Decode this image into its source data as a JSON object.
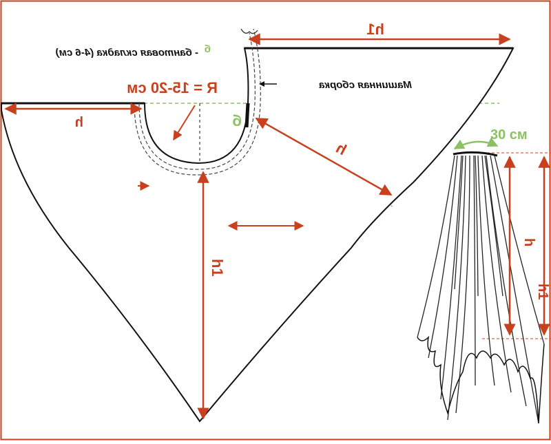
{
  "colors": {
    "outline": "#111111",
    "dimension": "#c8401e",
    "guide": "#8cc064",
    "frame": "#c8401e"
  },
  "labels": {
    "legend_mark": "б",
    "legend_text": "- бантовая складка (4-6 см)",
    "radius": "R = 15-20 см",
    "gather": "Машинная сборка",
    "h_left": "h",
    "h1_top": "h1",
    "h1_vertical": "h1",
    "h_diagonal": "h",
    "pleat_mark": "б",
    "width_30": "30 см",
    "h_right": "h",
    "h1_right": "h1"
  },
  "icons": {
    "grain_arrow": "double-arrow-icon",
    "small_arrow": "arrow-icon"
  }
}
